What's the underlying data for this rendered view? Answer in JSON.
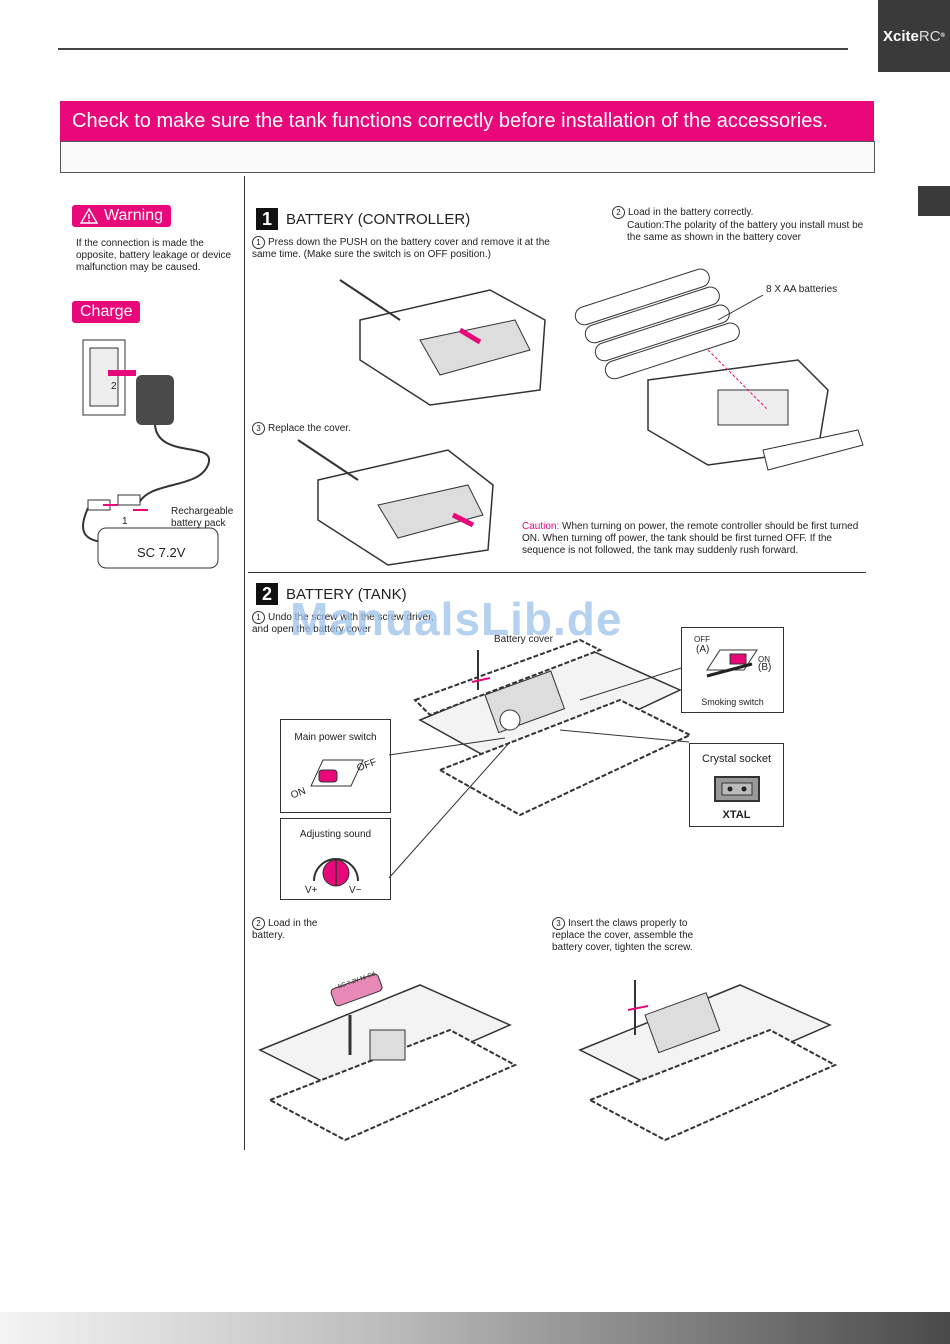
{
  "brand": {
    "name_bold": "Xcite",
    "name_light": "RC",
    "mark": "®"
  },
  "banner": {
    "text": "Check to make sure the tank functions correctly before installation of the accessories."
  },
  "warning": {
    "label": "Warning",
    "text": "If the connection is made the opposite, battery leakage or device malfunction may be caused."
  },
  "charge": {
    "label": "Charge",
    "step1": "1",
    "step2": "2",
    "pack_label": "Rechargeable battery pack",
    "pack_text": "SC 7.2V"
  },
  "section1": {
    "number": "1",
    "title": "BATTERY (CONTROLLER)",
    "step1": {
      "num": "1",
      "text": "Press down the PUSH on the battery cover and remove it at the same time.  (Make sure the switch is on OFF position.)"
    },
    "step2": {
      "num": "2",
      "text": "Load in the battery correctly.",
      "caution_label": "Caution:",
      "caution_text": "The polarity of the battery you install must be the same as shown in the battery cover"
    },
    "batteries_label": "8 X AA batteries",
    "step3": {
      "num": "3",
      "text": "Replace the cover."
    },
    "caution": {
      "label": "Caution:",
      "text": "When turning on power, the remote controller should be first turned ON. When turning off power, the tank should be first turned OFF. If the sequence is not followed, the tank may suddenly rush forward."
    }
  },
  "section2": {
    "number": "2",
    "title": "BATTERY (TANK)",
    "step1": {
      "num": "1",
      "text": "Undo the screw with the screw driver, and open the battery cover"
    },
    "battery_cover_label": "Battery cover",
    "smoking_switch": {
      "off": "OFF",
      "a": "(A)",
      "on": "ON",
      "b": "(B)",
      "label": "Smoking switch"
    },
    "main_power": {
      "label": "Main power switch",
      "on": "ON",
      "off": "OFF"
    },
    "crystal": {
      "label": "Crystal socket",
      "xtal": "XTAL"
    },
    "adjusting": {
      "label": "Adjusting sound",
      "plus": "V+",
      "minus": "V−"
    },
    "step2": {
      "num": "2",
      "text": "Load in the battery."
    },
    "step3": {
      "num": "3",
      "text": "Insert the claws properly to replace the cover, assemble the battery cover, tighten the screw."
    },
    "battery_print": "SC 7.2V Ni-Cd"
  },
  "watermark": "ManualsLib.de",
  "colors": {
    "accent": "#e8087a",
    "dark": "#3a3a3a"
  }
}
